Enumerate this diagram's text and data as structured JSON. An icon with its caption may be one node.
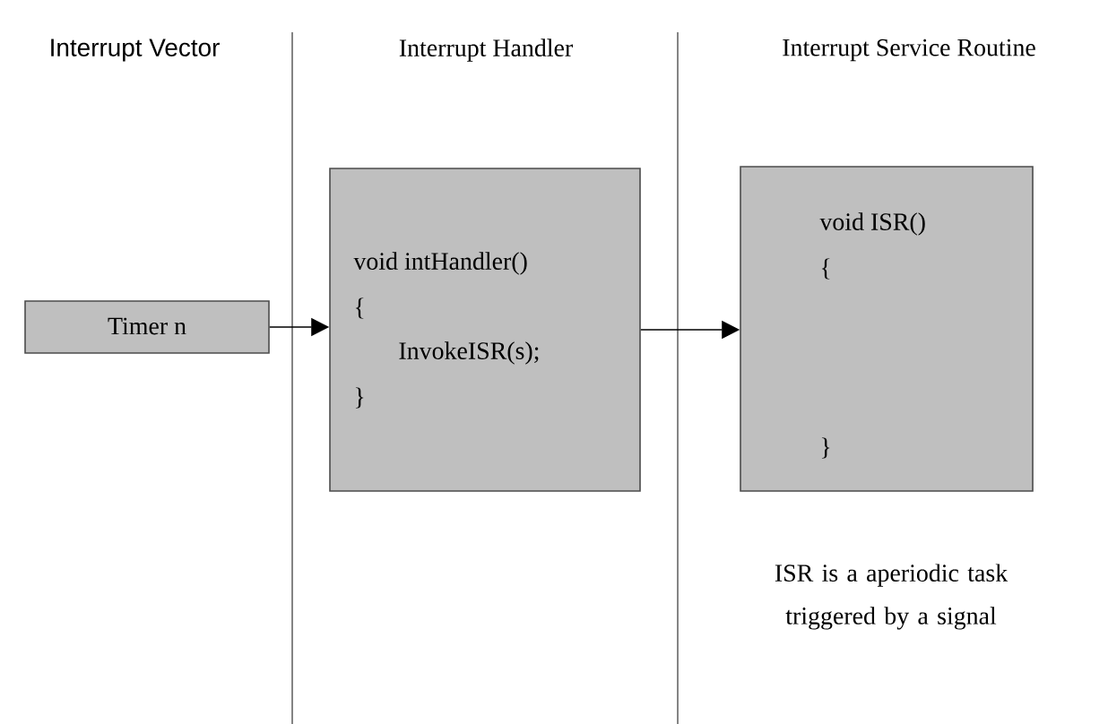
{
  "diagram": {
    "nodes": [
      {
        "text": [
          "Timer n"
        ]
      },
      {
        "text": [
          "void intHandler()",
          "{",
          "InvokeISR(s);",
          "}"
        ]
      },
      {
        "text": [
          "void ISR()",
          "{",
          "}"
        ]
      }
    ],
    "edges": [
      {
        "from": 0,
        "to": 1,
        "arrow": "to"
      },
      {
        "from": 1,
        "to": 2,
        "arrow": "to"
      }
    ],
    "labels": [
      "Interrupt Vector",
      "Interrupt Handler",
      "Interrupt Service Routine",
      "ISR is a aperiodic task triggered by a signal"
    ]
  }
}
